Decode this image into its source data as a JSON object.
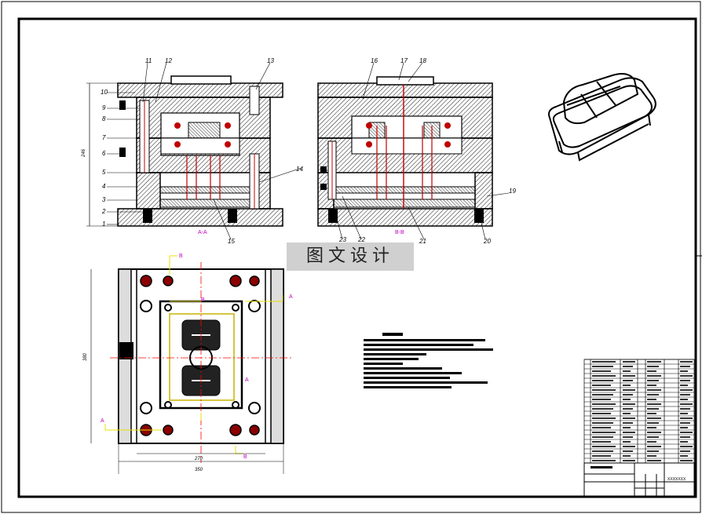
{
  "watermark": "图文设计",
  "section_labels": {
    "aa": "A-A",
    "bb": "B-B"
  },
  "section_marks": {
    "a": "A",
    "b": "B"
  },
  "part_numbers_left": [
    "1",
    "2",
    "3",
    "4",
    "5",
    "6",
    "7",
    "8",
    "9",
    "10"
  ],
  "part_numbers_top": [
    "11",
    "12",
    "13",
    "16",
    "17",
    "18"
  ],
  "part_numbers_right": [
    "14",
    "19",
    "20",
    "21",
    "22",
    "23",
    "15"
  ],
  "dimensions": {
    "height_label": "246",
    "plan_height": "380",
    "plan_inner_width": "270",
    "plan_outer_width": "350"
  },
  "title_block": {
    "drawing_no": "XXXXXXX"
  },
  "colors": {
    "line": "#000000",
    "section_mark": "#c000c0",
    "center_line": "#ff0000",
    "guide": "#e8e000"
  }
}
